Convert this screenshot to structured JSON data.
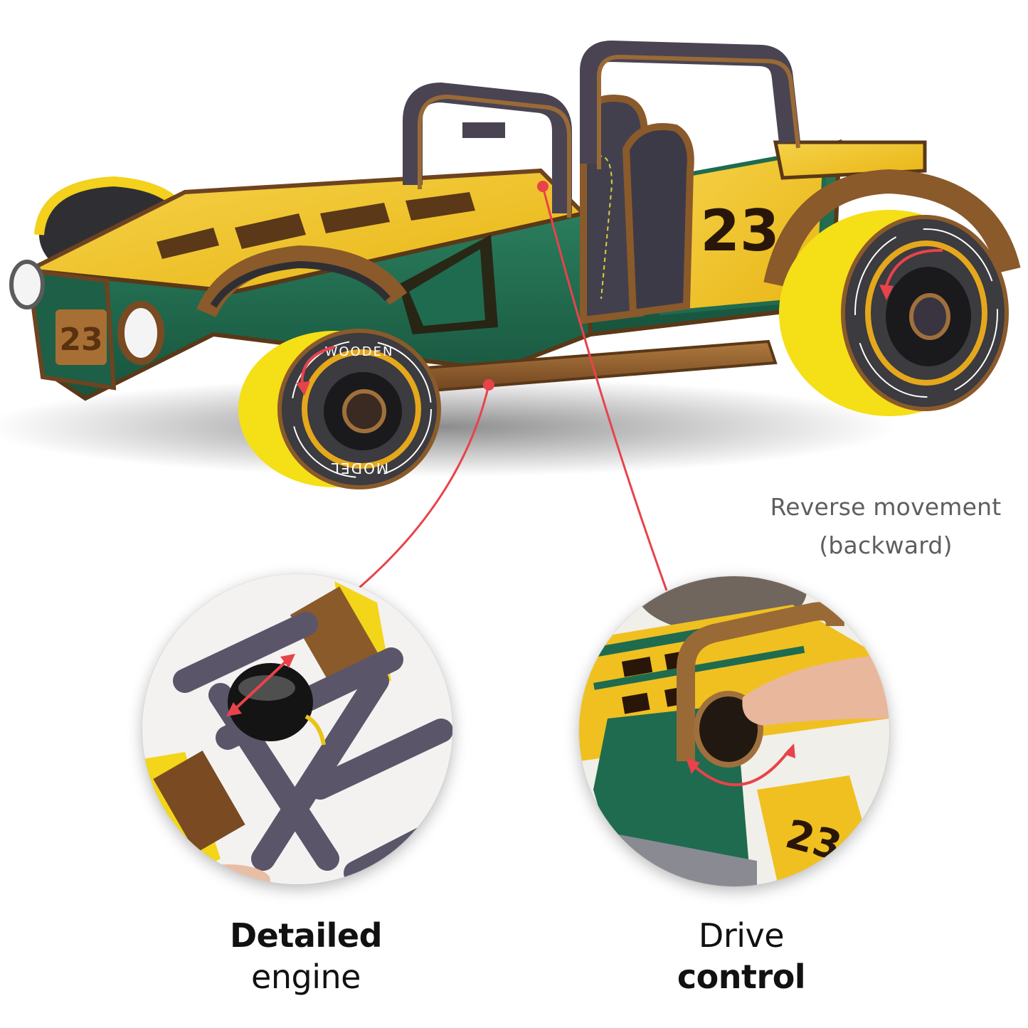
{
  "product": {
    "model_number": "23",
    "wheel_text_top": "WOODEN",
    "wheel_text_bottom": "MODEL"
  },
  "callouts": {
    "reverse_note": {
      "line1": "Reverse movement",
      "line2": "(backward)"
    },
    "engine": {
      "line1": "Detailed",
      "line2": "engine"
    },
    "drive": {
      "line1": "Drive",
      "line2": "control"
    }
  },
  "colors": {
    "accent_red": "#e8434a",
    "body_green": "#1f6b4f",
    "body_yellow": "#f2c21b",
    "tire_yellow": "#f7e01a",
    "wood_brown": "#8a5a2b",
    "dark_wood": "#4a4452",
    "tire_dark": "#3b3b40",
    "caption_text": "#111111",
    "note_text": "#5e5e5e"
  }
}
